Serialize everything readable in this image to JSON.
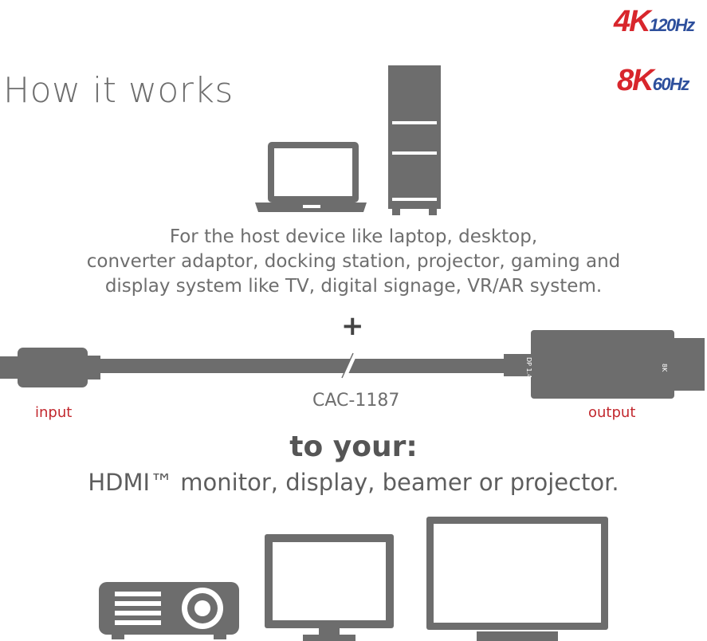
{
  "heading": "How it works",
  "badges": {
    "line1_big": "4K",
    "line1_small": "120Hz",
    "line2_big": "8K",
    "line2_small": "60Hz"
  },
  "host": {
    "line1": "For the host device like laptop, desktop,",
    "line2": "converter adaptor, docking station, projector, gaming and",
    "line3": "display system like TV, digital signage, VR/AR system."
  },
  "plus": "+",
  "cable": {
    "input_label": "input",
    "output_label": "output",
    "model": "CAC-1187",
    "connector_text_a": "DP 1.4",
    "connector_text_b": "8K"
  },
  "to_your": "to your:",
  "targets": "HDMI™ monitor, display, beamer or projector.",
  "colors": {
    "device_gray": "#6d6d6d",
    "accent_red": "#c2282e",
    "accent_blue": "#2d4f9c"
  },
  "icons": [
    "laptop-icon",
    "desktop-tower-icon",
    "cable-icon",
    "projector-icon",
    "monitor-icon",
    "tv-icon"
  ]
}
